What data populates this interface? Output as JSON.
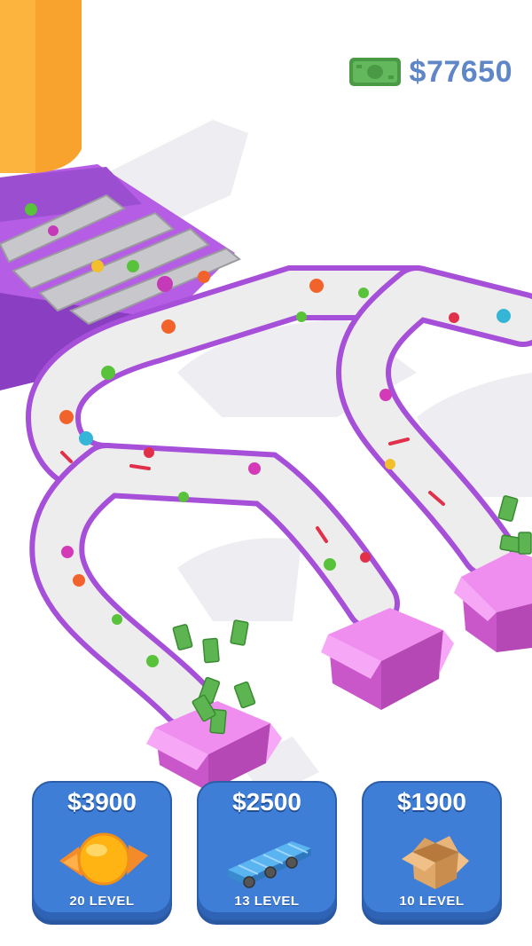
{
  "hud": {
    "money": "$77650",
    "money_icon": "cash-icon"
  },
  "upgrades": [
    {
      "price": "$3900",
      "level_number": "20",
      "level_label": "LEVEL",
      "icon": "candy-icon"
    },
    {
      "price": "$2500",
      "level_number": "13",
      "level_label": "LEVEL",
      "icon": "conveyor-belt-icon"
    },
    {
      "price": "$1900",
      "level_number": "10",
      "level_label": "LEVEL",
      "icon": "cardboard-box-icon"
    }
  ],
  "colors": {
    "belt_rail": "#a64fd8",
    "belt_surface": "#ededed",
    "box": "#d86ad8",
    "machine": "#9b4fd0",
    "hopper": "#f7a12b",
    "button": "#3f7ed6",
    "money_text": "#5f86c7"
  }
}
